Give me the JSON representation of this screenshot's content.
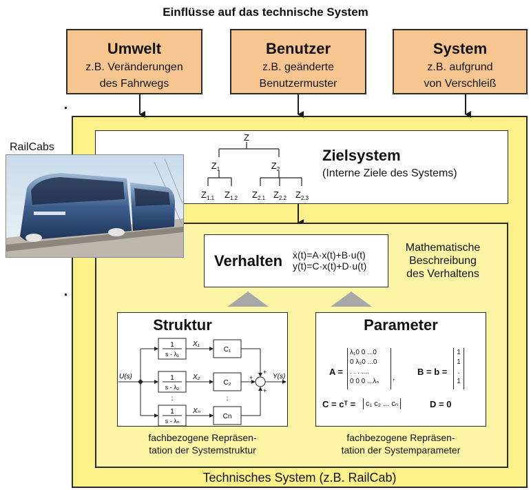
{
  "title": "Einflüsse auf das technische System",
  "influences": [
    {
      "heading": "Umwelt",
      "line1": "z.B. Veränderungen",
      "line2": "des Fahrwegs"
    },
    {
      "heading": "Benutzer",
      "line1": "z.B. geänderte",
      "line2": "Benutzermuster"
    },
    {
      "heading": "System",
      "line1": "z.B. aufgrund",
      "line2": "von Verschleiß"
    }
  ],
  "railcab_label": "RailCabs",
  "zielsystem": {
    "heading": "Zielsystem",
    "subtitle": "(Interne Ziele des Systems)",
    "tree": {
      "root": "Z",
      "z1": "Z",
      "z1_sub": "1",
      "z2": "Z",
      "z2_sub": "2",
      "leaves": [
        {
          "t": "Z",
          "s": "1.1"
        },
        {
          "t": "Z",
          "s": "1.2"
        },
        {
          "t": "Z",
          "s": "2.1"
        },
        {
          "t": "Z",
          "s": "2.2"
        },
        {
          "t": "Z",
          "s": "2.3"
        }
      ]
    }
  },
  "verhalten": {
    "heading": "Verhalten",
    "eq1": "ẋ(t)=A·x(t)+B·u(t)",
    "eq2": "y(t)=C·x(t)+D·u(t)",
    "desc_line1": "Mathematische",
    "desc_line2": "Beschreibung",
    "desc_line3": "des Verhaltens"
  },
  "struktur": {
    "heading": "Struktur",
    "caption1": "fachbezogene Repräsen-",
    "caption2": "tation der Systemstruktur",
    "input": "U(s)",
    "output": "Y(s)",
    "rows": [
      {
        "num": "1",
        "den": "s - λ₁",
        "x": "X₁",
        "c": "C₁"
      },
      {
        "num": "1",
        "den": "s - λ₂",
        "x": "X₂",
        "c": "C₂"
      },
      {
        "num": "1",
        "den": "s - λₙ",
        "x": "Xₙ",
        "c": "Cn"
      }
    ],
    "dots": ":"
  },
  "parameter": {
    "heading": "Parameter",
    "caption1": "fachbezogene Repräsen-",
    "caption2": "tation der Systemparameter",
    "A_label": "A =",
    "A_rows": [
      "λ₁0  0  ...0",
      "0  λ₂0  ...0",
      ".   .   .  ....",
      "0  0  0  ...λₙ"
    ],
    "B_label": "B = b =",
    "B_rows": [
      "1",
      "1",
      ".",
      "1"
    ],
    "C_label": "C = cᵀ =",
    "C_row": "c₁ c₂ ... cₙ",
    "D_label": "D = 0"
  },
  "footer": "Technisches System (z.B. RailCab)"
}
